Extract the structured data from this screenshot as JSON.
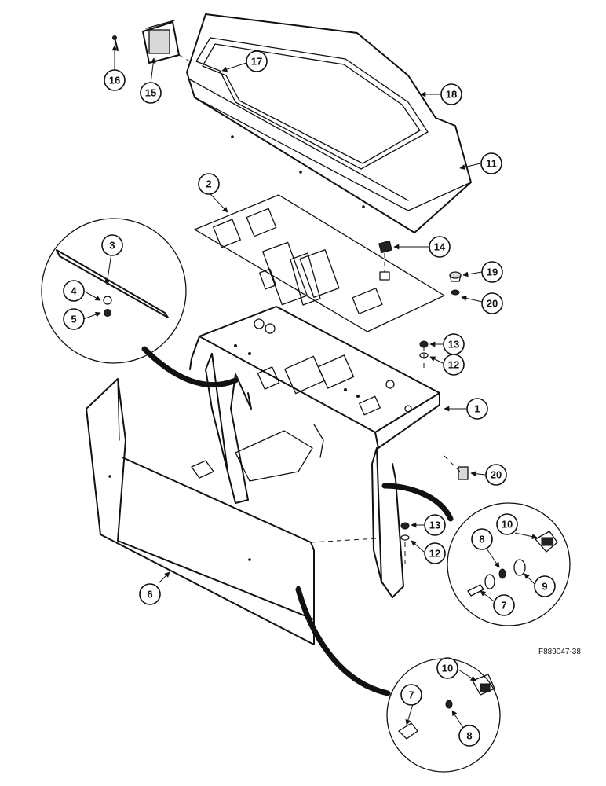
{
  "drawing": {
    "reference": "F889047-38"
  },
  "callouts": [
    "1",
    "2",
    "3",
    "4",
    "5",
    "6",
    "7",
    "8",
    "9",
    "10",
    "11",
    "12",
    "13",
    "14",
    "15",
    "16",
    "17",
    "18",
    "19",
    "20",
    "20",
    "13",
    "12",
    "10",
    "8",
    "9",
    "7",
    "10",
    "7",
    "8"
  ],
  "icons": {
    "detail_circle": "magnifier-detail-circle",
    "leader_arrow": "arrow-leader"
  }
}
